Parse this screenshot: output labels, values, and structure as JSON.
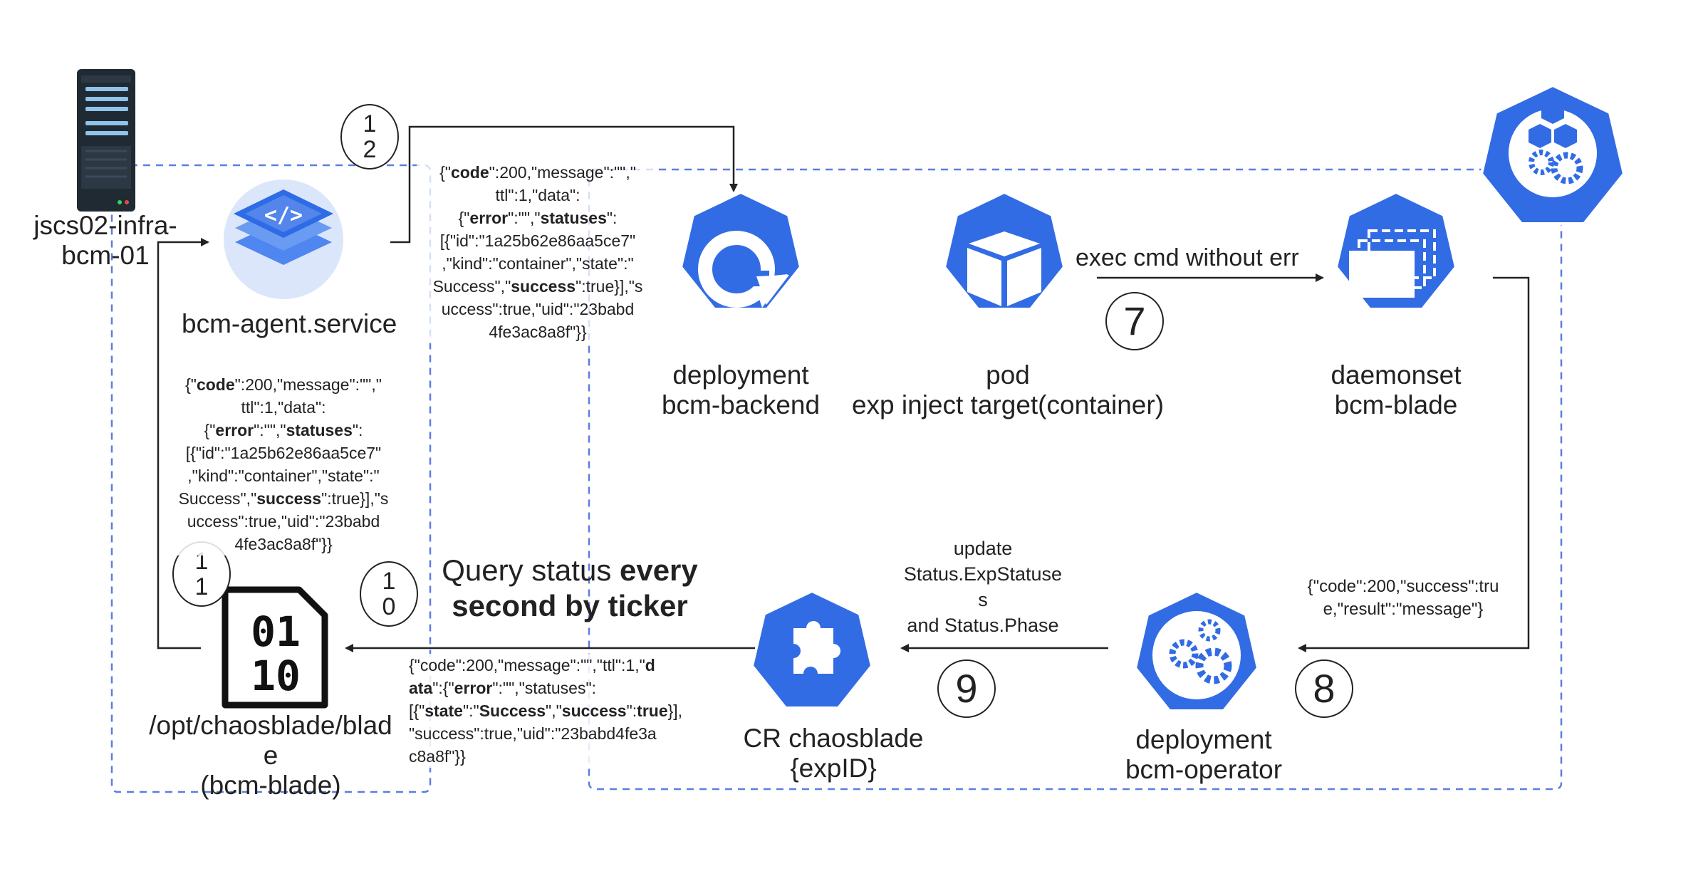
{
  "nodes": {
    "server": {
      "label_line1": "jscs02-infra-",
      "label_line2": "bcm-01"
    },
    "agent": {
      "label": "bcm-agent.service"
    },
    "backend": {
      "label_line1": "deployment",
      "label_line2": "bcm-backend"
    },
    "pod": {
      "label_line1": "pod",
      "label_line2": "exp inject target(container)"
    },
    "daemonset": {
      "label_line1": "daemonset",
      "label_line2": "bcm-blade"
    },
    "operator": {
      "label_line1": "deployment",
      "label_line2": "bcm-operator"
    },
    "cr": {
      "label_line1": "CR chaosblade",
      "label_line2": "{expID}"
    },
    "blade_file": {
      "label_line1": "/opt/chaosblade/blad",
      "label_line2": "e",
      "label_line3": "(bcm-blade)",
      "file_digits_1": "01",
      "file_digits_2": "10"
    }
  },
  "steps": {
    "s7": "7",
    "s8": "8",
    "s9": "9",
    "s10_a": "1",
    "s10_b": "0",
    "s11_a": "1",
    "s11_b": "1",
    "s12_a": "1",
    "s12_b": "2"
  },
  "edges": {
    "exec_cmd": "exec cmd without err",
    "daemonset_response": {
      "l1": "{\"code\":200,\"success\":tru",
      "l2": "e,\"result\":\"message\"}"
    },
    "update_status": {
      "l1": "update",
      "l2": "Status.ExpStatuse",
      "l3": "s",
      "l4": "and Status.Phase"
    },
    "query_status": {
      "pre1": "Query status ",
      "bold1": "every",
      "bold2": "second by ticker"
    }
  },
  "json_blocks": {
    "top": {
      "l1a": "{\"",
      "l1b": "code",
      "l1c": "\":200,\"message\":\"\",\"",
      "l2": "ttl\":1,\"data\":",
      "l3a": "{\"",
      "l3b": "error",
      "l3c": "\":\"\",\"",
      "l3d": "statuses",
      "l3e": "\":",
      "l4": "[{\"id\":\"1a25b62e86aa5ce7\"",
      "l5": ",\"kind\":\"container\",\"state\":\"",
      "l6a": "Success\",\"",
      "l6b": "success",
      "l6c": "\":true}],\"s",
      "l7": "uccess\":true,\"uid\":\"23babd",
      "l8": "4fe3ac8a8f\"}}"
    },
    "left": {
      "l1a": "{\"",
      "l1b": "code",
      "l1c": "\":200,\"message\":\"\",\"",
      "l2": "ttl\":1,\"data\":",
      "l3a": "{\"",
      "l3b": "error",
      "l3c": "\":\"\",\"",
      "l3d": "statuses",
      "l3e": "\":",
      "l4": "[{\"id\":\"1a25b62e86aa5ce7\"",
      "l5": ",\"kind\":\"container\",\"state\":\"",
      "l6a": "Success\",\"",
      "l6b": "success",
      "l6c": "\":true}],\"s",
      "l7": "uccess\":true,\"uid\":\"23babd",
      "l8": "4fe3ac8a8f\"}}"
    },
    "bottom": {
      "l1a": "{\"code\":200,\"message\":\"\",\"ttl\":1,\"",
      "l1b": "d",
      "l2a": "ata",
      "l2b": "\":{\"",
      "l2c": "error",
      "l2d": "\":\"\",\"statuses\":",
      "l3a": "[{\"",
      "l3b": "state",
      "l3c": "\":\"",
      "l3d": "Success",
      "l3e": "\",\"",
      "l3f": "success",
      "l3g": "\":",
      "l3h": "true",
      "l3i": "}],",
      "l4": "\"success\":true,\"uid\":\"23babd4fe3a",
      "l5": "c8a8f\"}}"
    }
  },
  "colors": {
    "k8s_blue": "#326ce5",
    "dashed_border": "#5b7fe0",
    "arrow": "#222222",
    "agent_light": "#dbe6fb"
  },
  "icons": [
    "server-icon",
    "agent-layers-icon",
    "deploy-icon",
    "pod-icon",
    "daemonset-icon",
    "operator-icon",
    "crd-icon",
    "binary-file-icon",
    "kubernetes-cluster-icon"
  ]
}
